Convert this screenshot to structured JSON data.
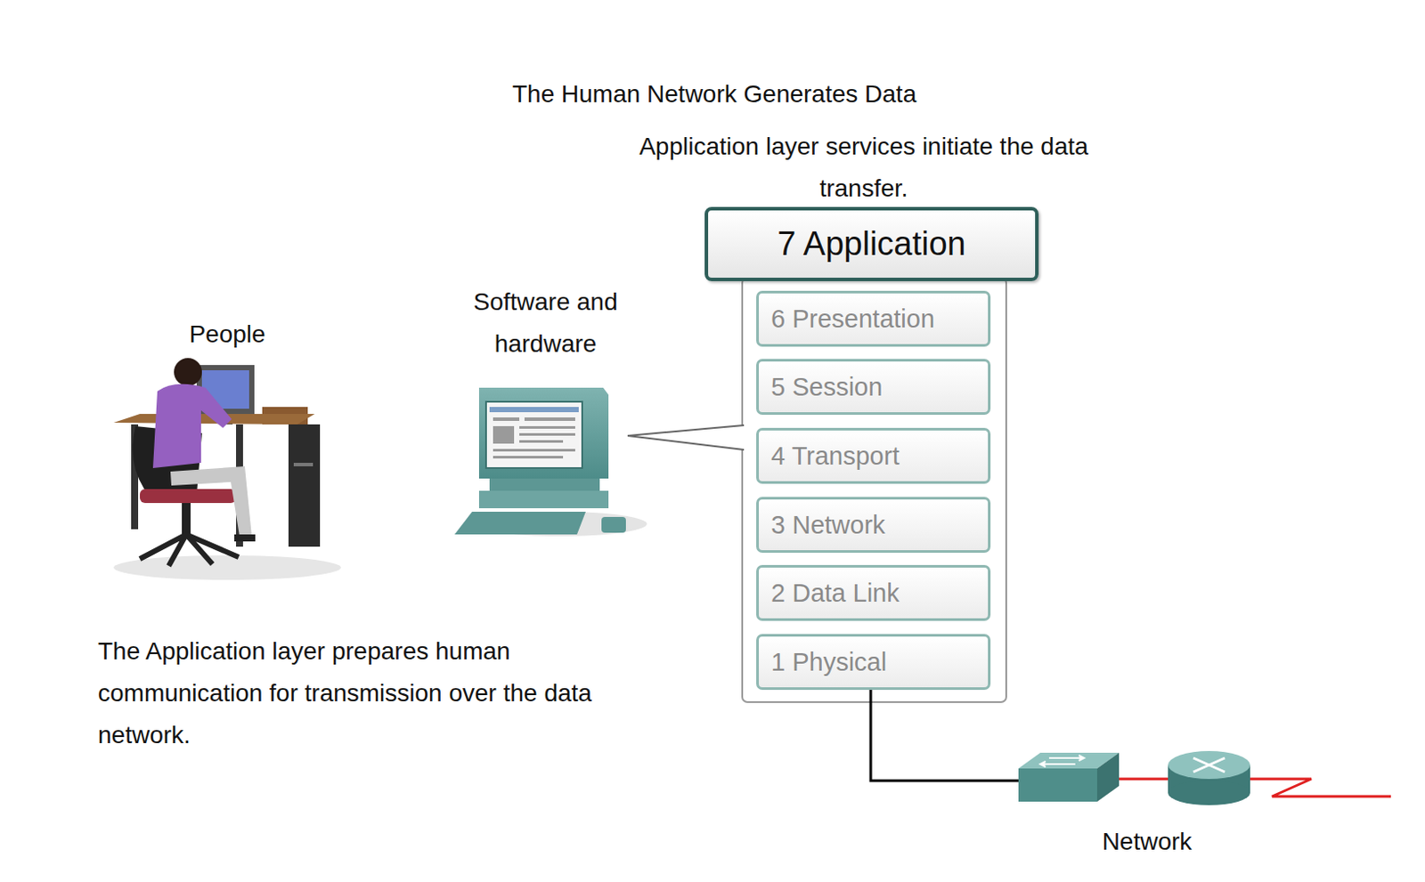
{
  "diagram": {
    "title": "The Human Network Generates Data",
    "nodes": [
      {
        "text": [
          "7 Application"
        ]
      },
      {
        "text": [
          "6 Presentation"
        ]
      },
      {
        "text": [
          "5 Session"
        ]
      },
      {
        "text": [
          "4 Transport"
        ]
      },
      {
        "text": [
          "3 Network"
        ]
      },
      {
        "text": [
          "2 Data Link"
        ]
      },
      {
        "text": [
          "1 Physical"
        ]
      }
    ],
    "labels": [
      "Application layer services initiate the data transfer.",
      "People",
      "Software and hardware",
      "The Application layer prepares human communication for transmission over the data network.",
      "Network"
    ]
  }
}
